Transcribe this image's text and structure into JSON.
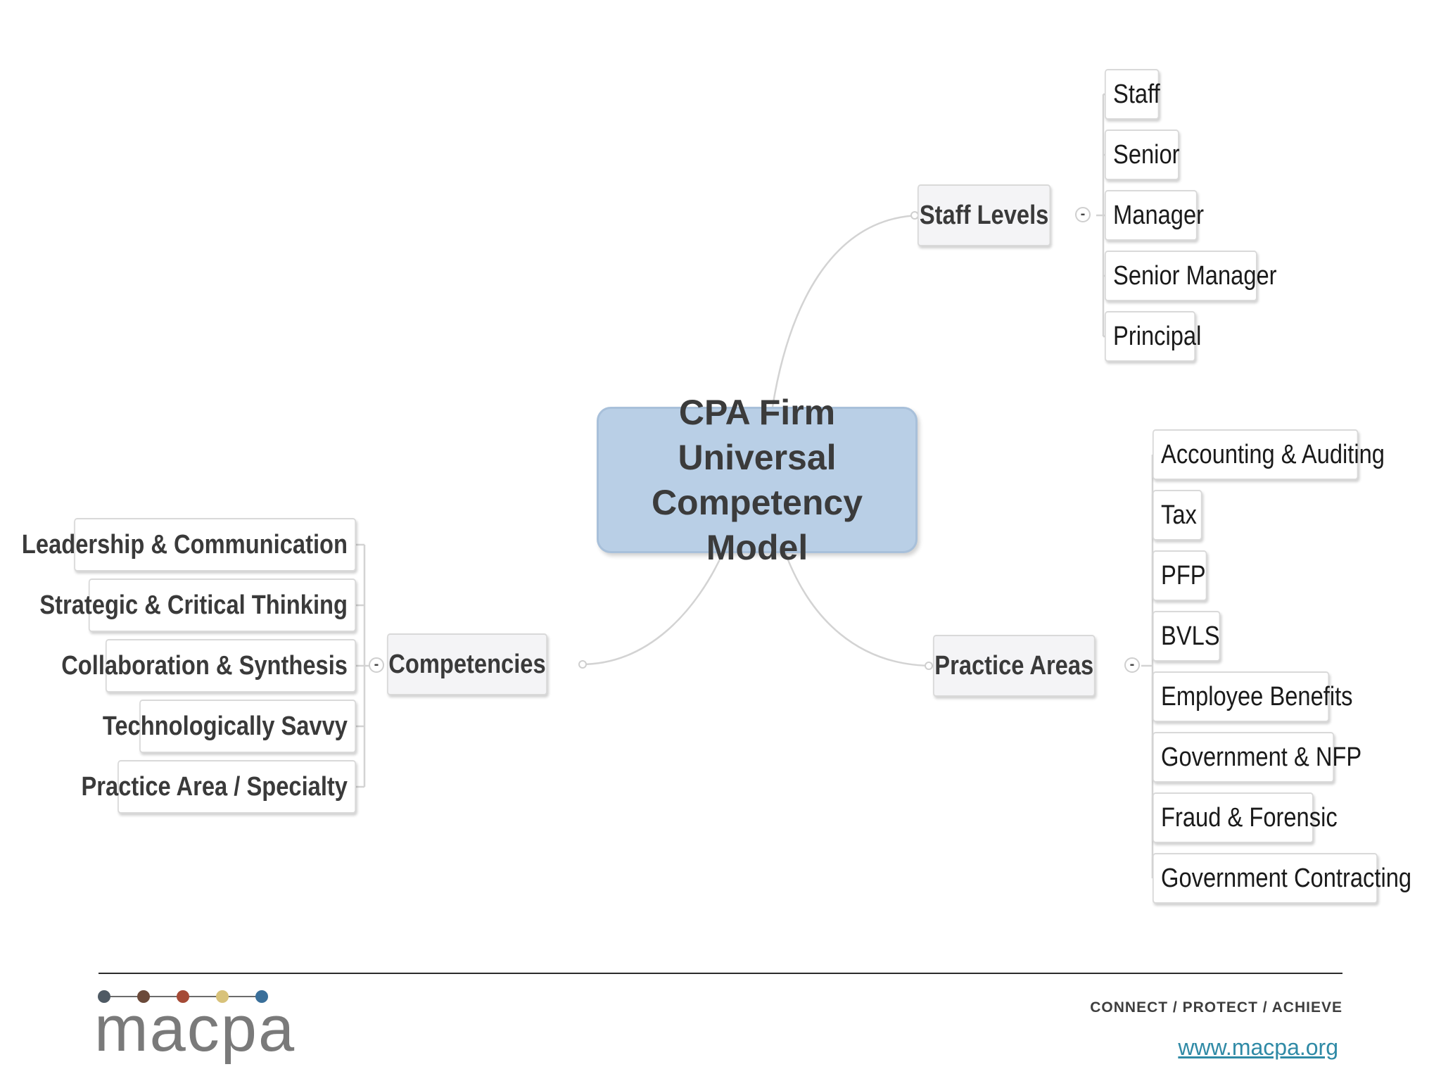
{
  "center": {
    "line1": "CPA Firm Universal",
    "line2": "Competency Model"
  },
  "branches": {
    "staff_levels": {
      "label": "Staff Levels",
      "collapse": "-",
      "items": [
        "Staff",
        "Senior",
        "Manager",
        "Senior Manager",
        "Principal"
      ]
    },
    "practice_areas": {
      "label": "Practice Areas",
      "collapse": "-",
      "items": [
        "Accounting & Auditing",
        "Tax",
        "PFP",
        "BVLS",
        "Employee Benefits",
        "Government & NFP",
        "Fraud & Forensic",
        "Government Contracting"
      ]
    },
    "competencies": {
      "label": "Competencies",
      "collapse": "-",
      "items": [
        "Leadership & Communication",
        "Strategic & Critical Thinking",
        "Collaboration & Synthesis",
        "Technologically Savvy",
        "Practice Area / Specialty"
      ]
    }
  },
  "footer": {
    "logo_text": "macpa",
    "tagline": "CONNECT / PROTECT / ACHIEVE",
    "website": "www.macpa.org"
  },
  "colors": {
    "center_fill": "#b9cfe6",
    "link_color": "#2f8aa6",
    "logo_dots": [
      "#4f5a64",
      "#6b4a3a",
      "#a54a36",
      "#d8c27a",
      "#3a6f9a"
    ]
  }
}
